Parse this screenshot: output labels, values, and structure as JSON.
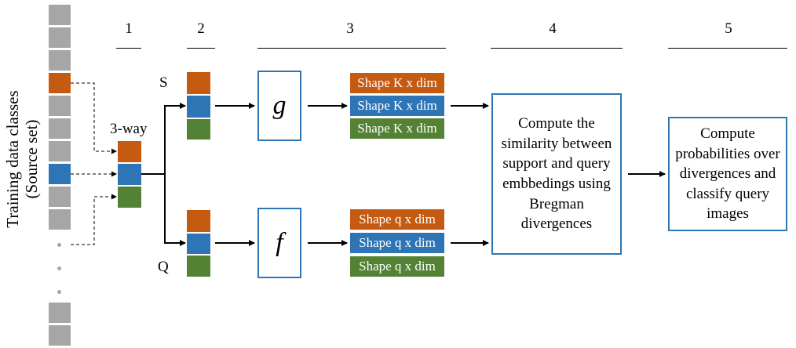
{
  "steps": [
    "1",
    "2",
    "3",
    "4",
    "5"
  ],
  "vertical_label": {
    "line1": "Training data classes",
    "line2": "(Source set)"
  },
  "way_label": "3-way",
  "support_label": "S",
  "query_label": "Q",
  "g_label": "g",
  "f_label": "f",
  "support_shapes": [
    "Shape K x dim",
    "Shape K x dim",
    "Shape K x dim"
  ],
  "query_shapes": [
    "Shape q x dim",
    "Shape q x dim",
    "Shape q x dim"
  ],
  "compute_similarity": "Compute the similarity between support and query embbedings using Bregman divergences",
  "compute_probabilities": "Compute probabilities over divergences and classify query images",
  "colors": {
    "class1": "#c55a11",
    "class2": "#2e75b6",
    "class3": "#548235",
    "source": "#a6a6a6",
    "box_border": "#2e75b6"
  }
}
